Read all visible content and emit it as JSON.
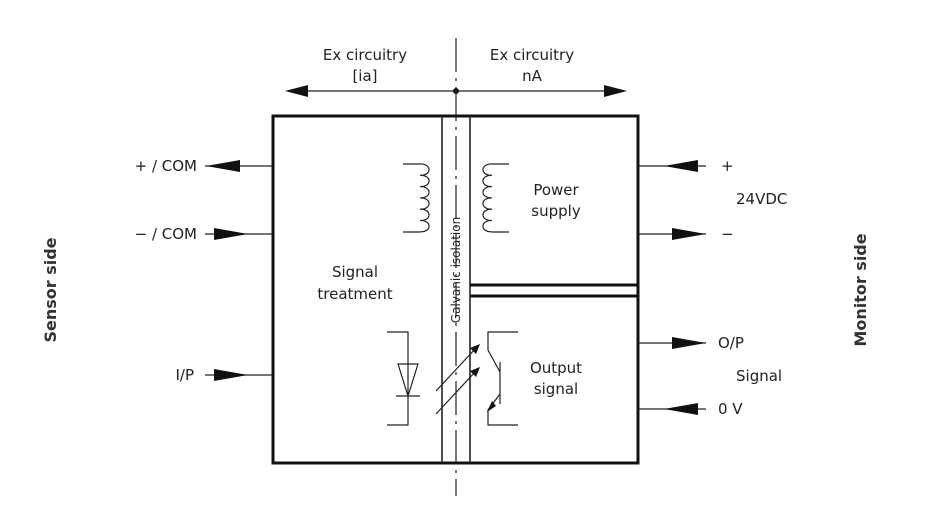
{
  "top_labels": {
    "left_line1": "Ex circuitry",
    "left_line2": "[ia]",
    "right_line1": "Ex circuitry",
    "right_line2": "nA"
  },
  "side_labels": {
    "sensor": "Sensor side",
    "monitor": "Monitor side"
  },
  "left_terminals": {
    "plus_com": "+ / COM",
    "minus_com": "− / COM",
    "ip": "I/P"
  },
  "right_terminals": {
    "plus": "+",
    "supply": "24VDC",
    "minus": "−",
    "op": "O/P",
    "signal": "Signal",
    "zero_v": "0 V"
  },
  "blocks": {
    "signal_treatment_line1": "Signal",
    "signal_treatment_line2": "treatment",
    "power_supply_line1": "Power",
    "power_supply_line2": "supply",
    "output_signal_line1": "Output",
    "output_signal_line2": "signal",
    "galvanic_isolation": "Galvanic isolation"
  }
}
